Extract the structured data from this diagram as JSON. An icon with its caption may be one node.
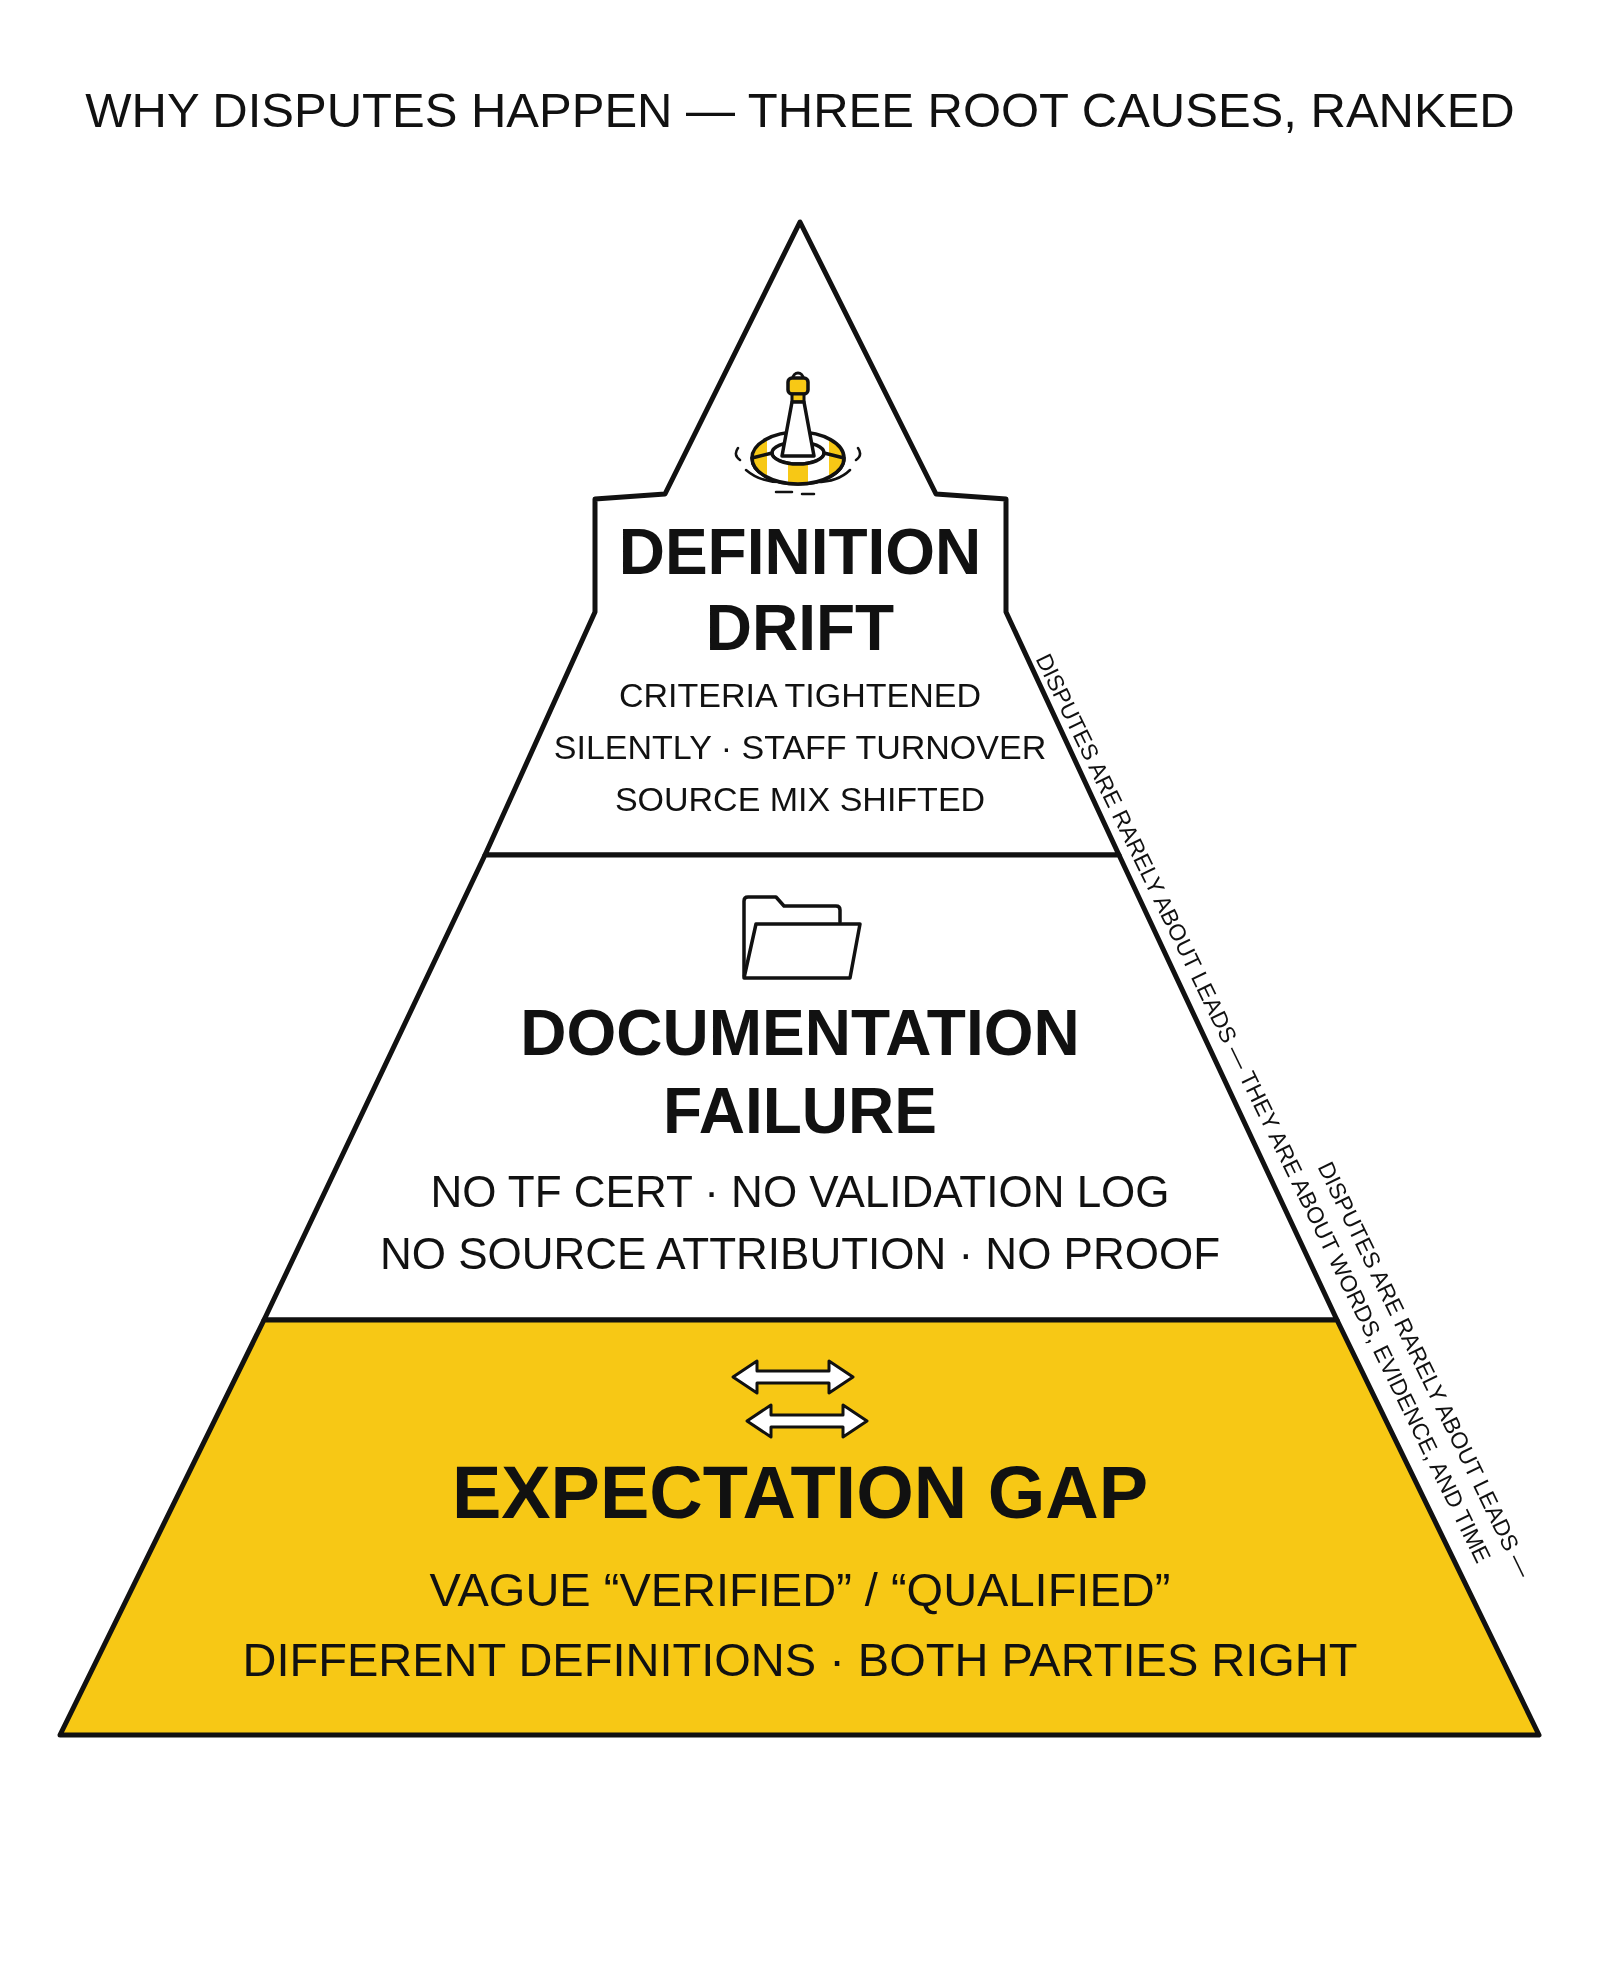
{
  "diagram": {
    "title": "WHY DISPUTES HAPPEN — THREE ROOT CAUSES, RANKED",
    "nodes": [
      {
        "text": [
          "DEFINITION DRIFT",
          "CRITERIA TIGHTENED SILENTLY · STAFF TURNOVER SOURCE MIX SHIFTED"
        ]
      },
      {
        "text": [
          "DOCUMENTATION FAILURE",
          "NO TF CERT · NO VALIDATION LOG NO SOURCE ATTRIBUTION · NO PROOF"
        ]
      },
      {
        "text": [
          "EXPECTATION GAP",
          "VAGUE “VERIFIED” / “QUALIFIED” DIFFERENT DEFINITIONS · BOTH PARTIES RIGHT"
        ]
      }
    ],
    "labels": [
      "DISPUTES ARE RARELY ABOUT LEADS — THEY ARE ABOUT WORDS, EVIDENCE, AND TIME",
      "DISPUTES ARE RARELY ABOUT LEADS —"
    ]
  }
}
